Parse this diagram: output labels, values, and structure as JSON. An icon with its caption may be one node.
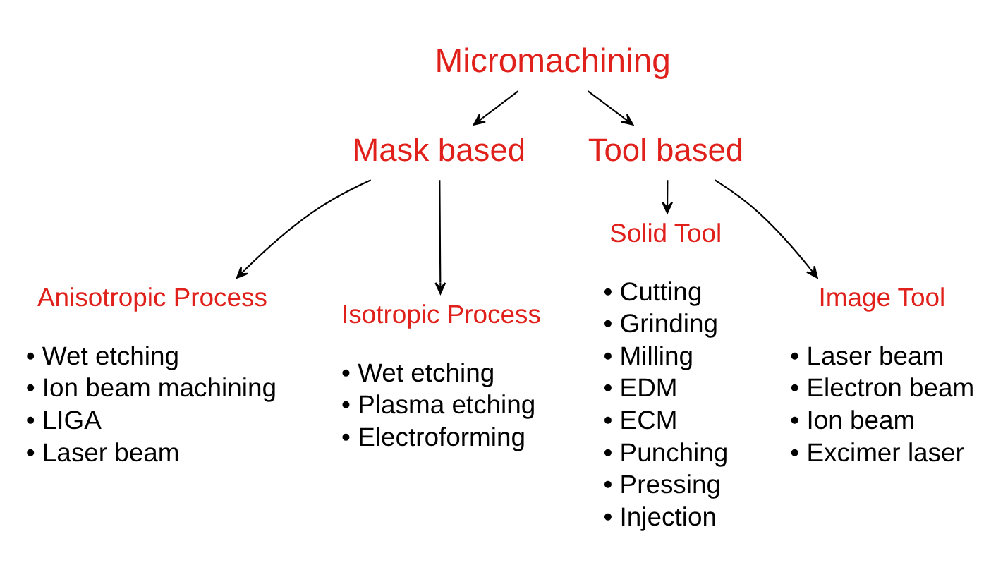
{
  "diagram": {
    "nodes": [
      {
        "text": [
          "Micromachining"
        ]
      },
      {
        "text": [
          "Mask based"
        ]
      },
      {
        "text": [
          "Tool based"
        ]
      },
      {
        "text": [
          "Anisotropic Process"
        ],
        "beside": [
          "• Wet etching",
          "• Ion beam machining",
          "• LIGA",
          "• Laser beam"
        ]
      },
      {
        "text": [
          "Isotropic Process"
        ],
        "beside": [
          "• Wet etching",
          "• Plasma etching",
          "• Electroforming"
        ]
      },
      {
        "text": [
          "Solid Tool"
        ],
        "beside": [
          "• Cutting",
          "• Grinding",
          "• Milling",
          "• EDM",
          "• ECM",
          "• Punching",
          "• Pressing",
          "• Injection"
        ]
      },
      {
        "text": [
          "Image Tool"
        ],
        "beside": [
          "• Laser beam",
          "• Electron beam",
          "• Ion beam",
          "• Excimer laser"
        ]
      }
    ],
    "edges": [
      {
        "from": 0,
        "to": 1,
        "arrow": "to"
      },
      {
        "from": 0,
        "to": 2,
        "arrow": "to"
      },
      {
        "from": 1,
        "to": 3,
        "arrow": "to"
      },
      {
        "from": 1,
        "to": 4,
        "arrow": "to"
      },
      {
        "from": 2,
        "to": 5,
        "arrow": "to"
      },
      {
        "from": 2,
        "to": 6,
        "arrow": "to"
      }
    ]
  }
}
